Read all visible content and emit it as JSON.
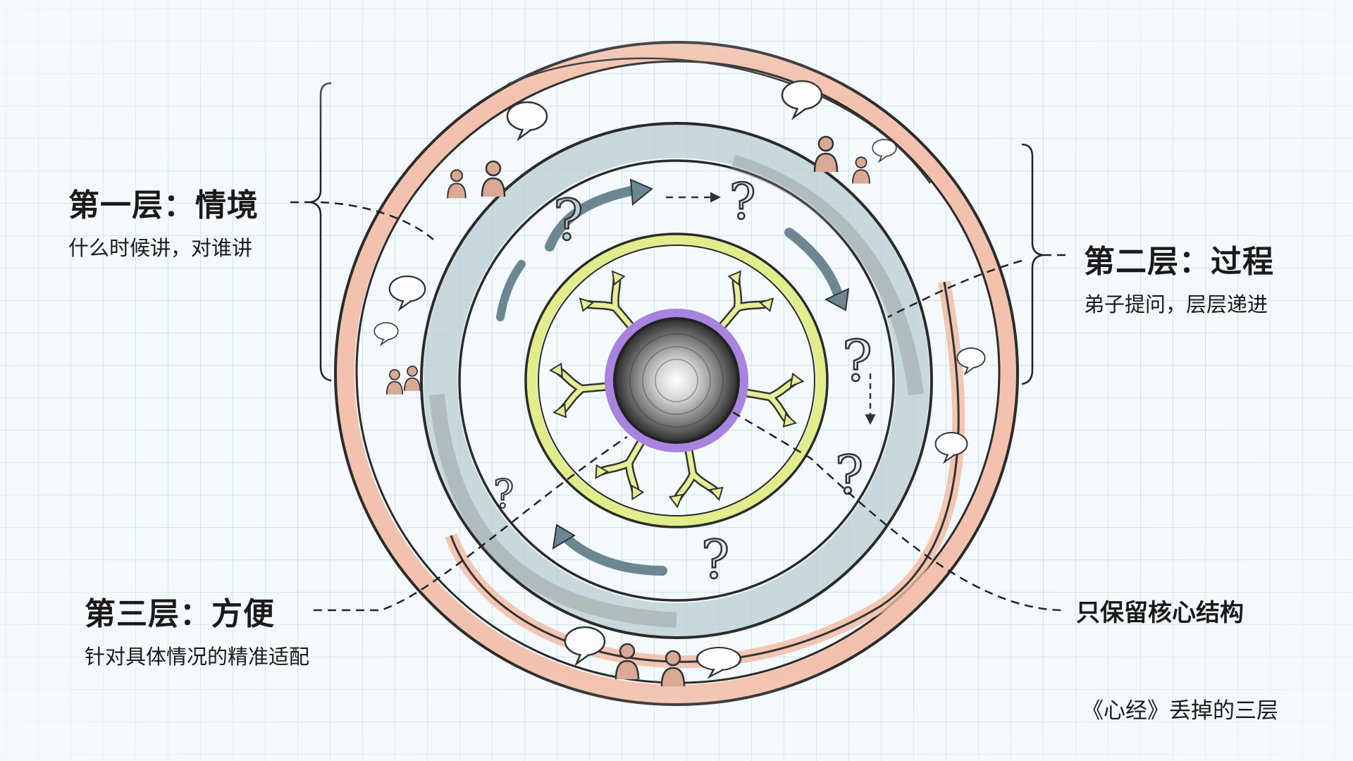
{
  "diagram": {
    "title": "《心经》丢掉的三层",
    "layers": [
      {
        "id": "layer-1",
        "title": "第一层：情境",
        "subtitle": "什么时候讲，对谁讲"
      },
      {
        "id": "layer-2",
        "title": "第二层：过程",
        "subtitle": "弟子提问，层层递进"
      },
      {
        "id": "layer-3",
        "title": "第三层：方便",
        "subtitle": "针对具体情况的精准适配"
      }
    ],
    "core_label": "只保留核心结构",
    "rings": [
      {
        "name": "outer-context-ring",
        "color": "#f2b9a0"
      },
      {
        "name": "middle-process-ring",
        "color": "#b9cdd4"
      },
      {
        "name": "inner-skillful-means-ring",
        "color": "#e3ec8a"
      },
      {
        "name": "core",
        "color": "#a883e0"
      }
    ],
    "icons": [
      "speech-bubble-icon",
      "person-icon",
      "question-mark-icon",
      "curved-arrow-icon",
      "branching-arrow-icon"
    ]
  }
}
